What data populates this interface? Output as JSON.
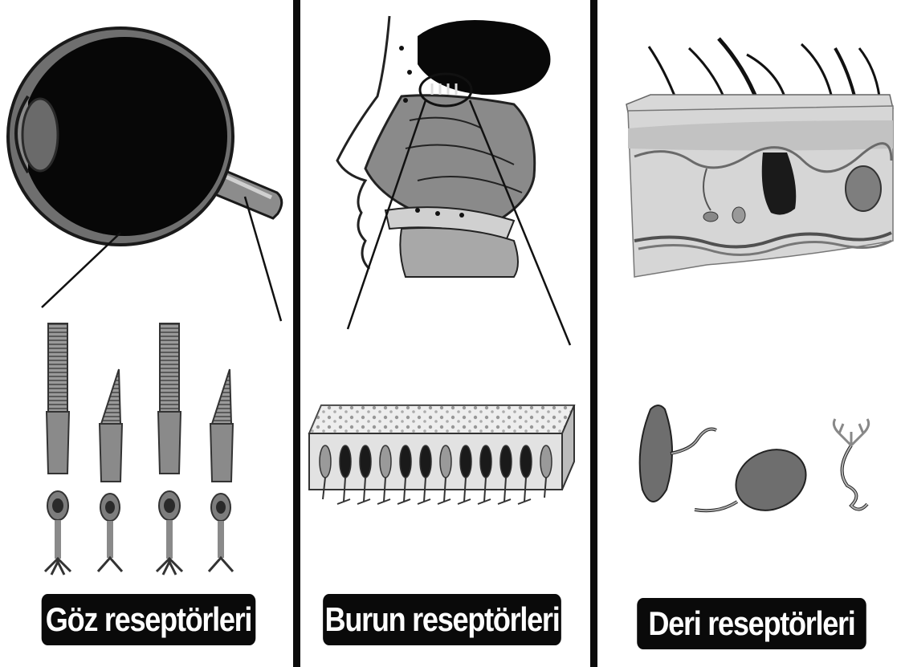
{
  "panels": [
    {
      "label": "Göz reseptörleri"
    },
    {
      "label": "Burun reseptörleri"
    },
    {
      "label": "Deri reseptörleri"
    }
  ],
  "colors": {
    "ink": "#0a0a0a",
    "tissue": "#8a8a8a",
    "tissue_light": "#c6c6c6",
    "skin": "#d9d9d9",
    "background": "#ffffff"
  }
}
